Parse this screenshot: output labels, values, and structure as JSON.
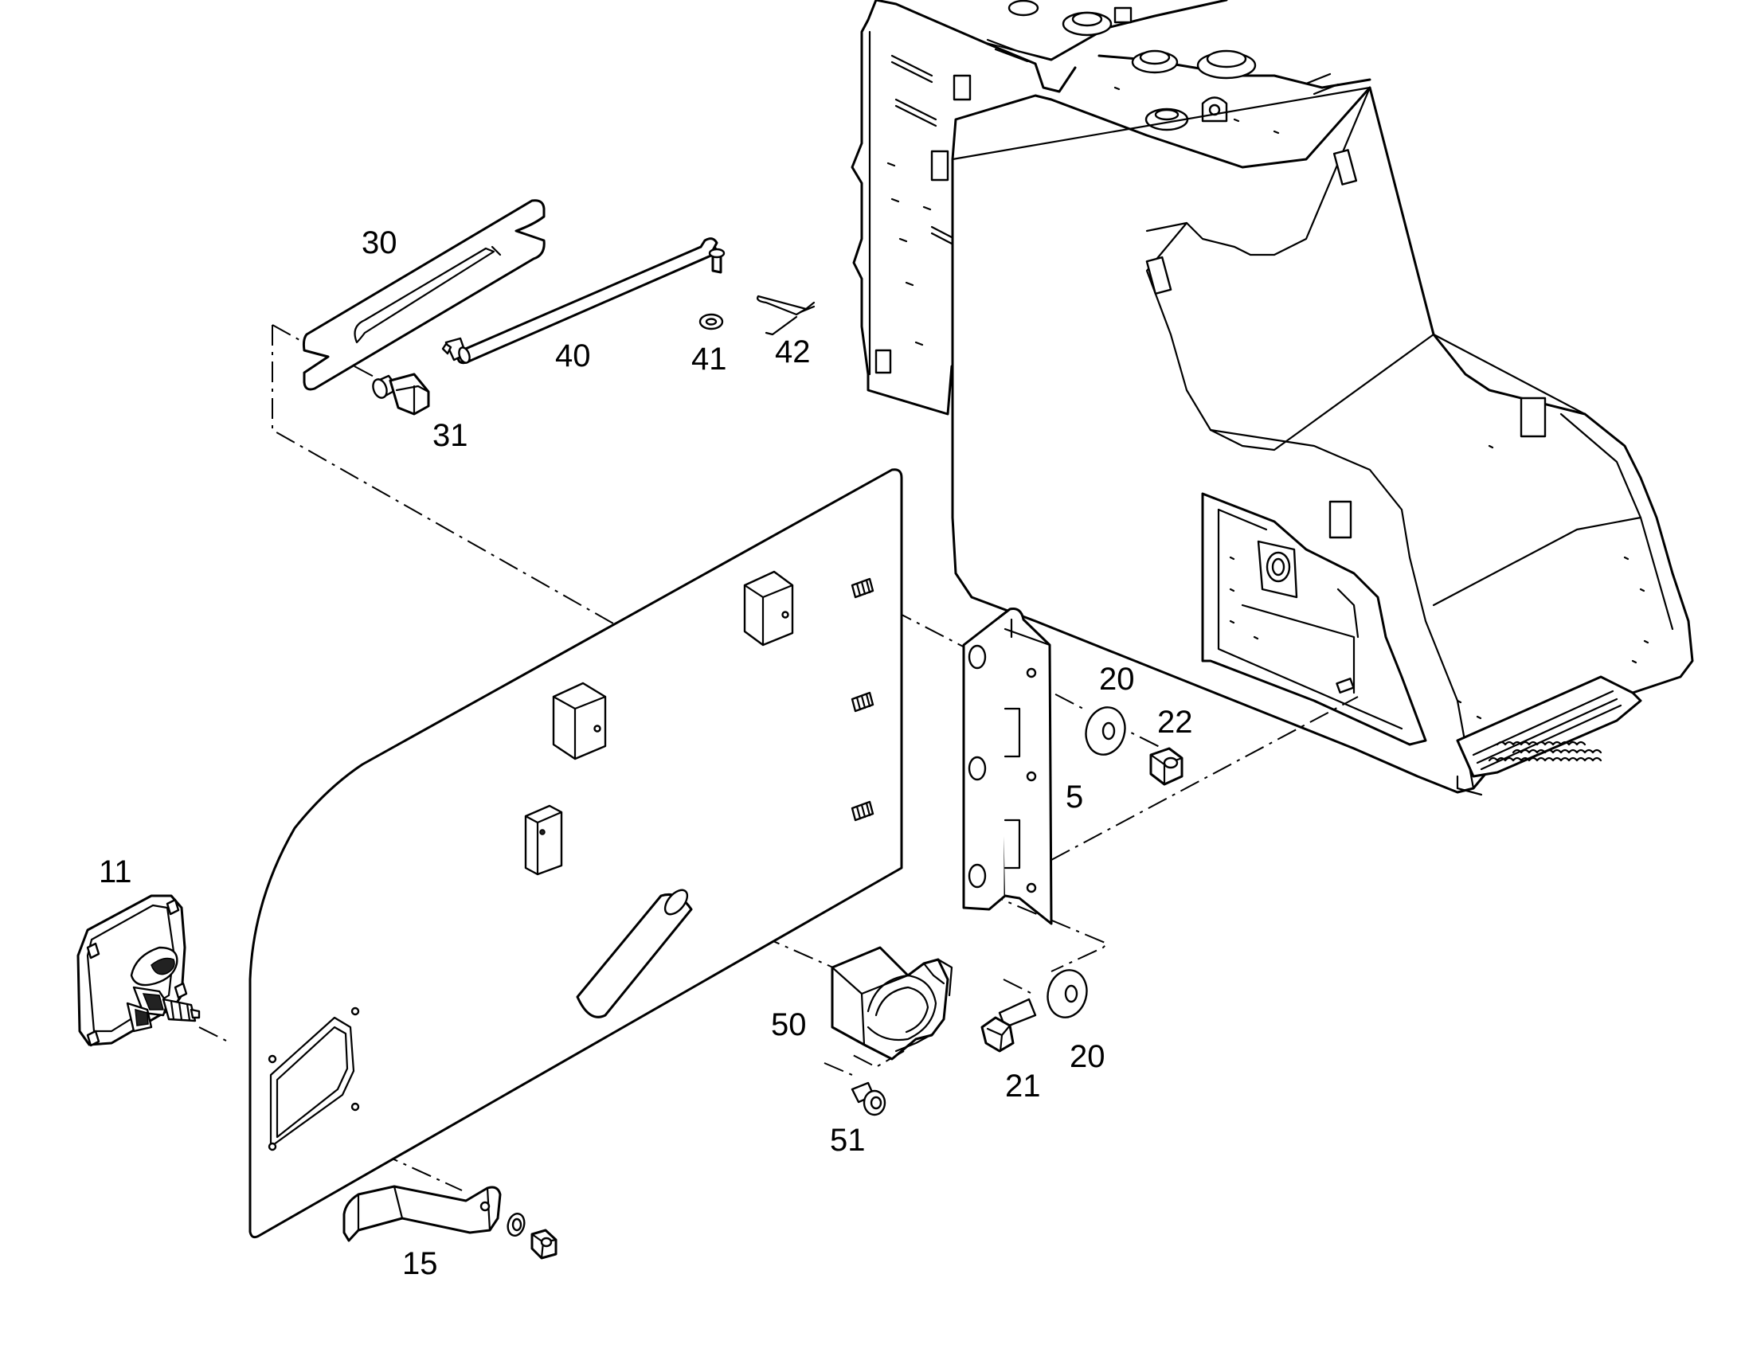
{
  "callouts": {
    "p30": "30",
    "p40": "40",
    "p41": "41",
    "p42": "42",
    "p31": "31",
    "p20a": "20",
    "p22": "22",
    "p5": "5",
    "p11": "11",
    "p50": "50",
    "p21": "21",
    "p20b": "20",
    "p51": "51",
    "p15": "15"
  },
  "colors": {
    "line": "#000000",
    "background": "#ffffff"
  }
}
